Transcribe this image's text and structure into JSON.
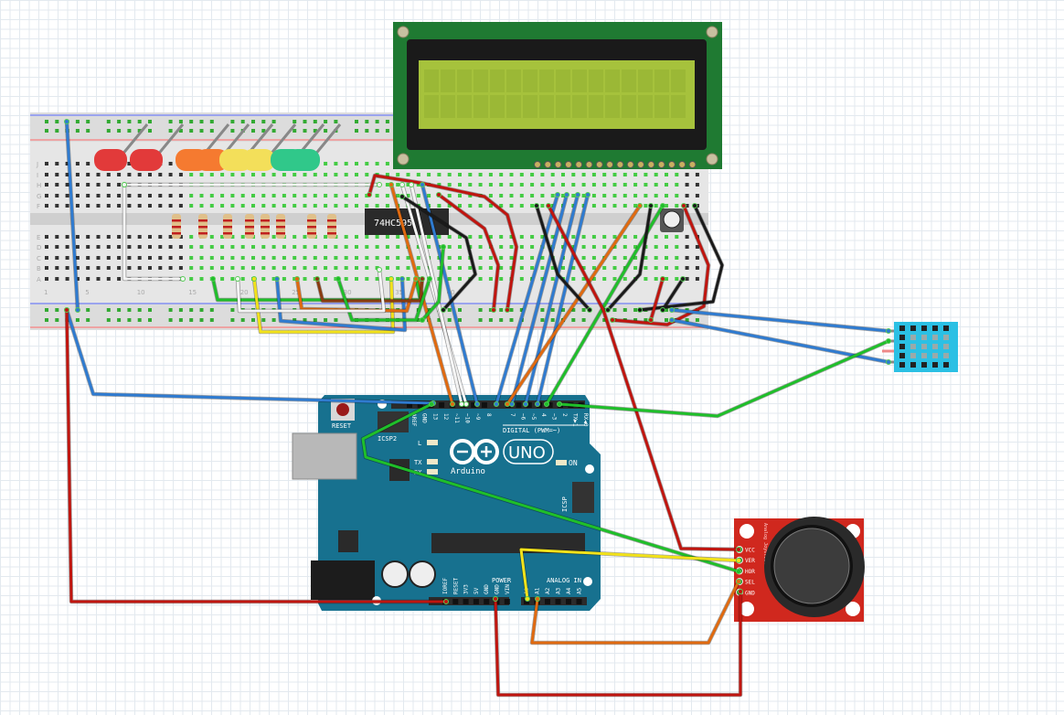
{
  "colors": {
    "breadboard": "#dcdcdc",
    "lcd_board": "#1f7a32",
    "lcd_screen": "#a6c23c",
    "arduino": "#17718f",
    "joystick_board": "#d0281e",
    "dht_sensor": "#2bc0e4",
    "wire_red": "#c0150f",
    "wire_blue": "#2f7bd0",
    "wire_green": "#1fbf2a",
    "wire_yellow": "#f2e21a",
    "wire_orange": "#e06a10",
    "wire_black": "#1a1a1a",
    "wire_white": "#f4f4f4",
    "wire_brown": "#8a3b10"
  },
  "breadboard": {
    "row_labels": [
      "J",
      "I",
      "H",
      "G",
      "F",
      "E",
      "D",
      "C",
      "B",
      "A"
    ],
    "column_labels": [
      "1",
      "5",
      "10",
      "15",
      "20",
      "25",
      "30",
      "35",
      "40"
    ],
    "leds": [
      "red",
      "red",
      "orange",
      "orange",
      "yellow",
      "yellow",
      "green",
      "green"
    ],
    "resistor_count": 8
  },
  "chip": {
    "label": "74HC595"
  },
  "arduino": {
    "reset_label": "RESET",
    "icsp2_label": "ICSP2",
    "icsp_label": "ICSP",
    "led_l": "L",
    "led_tx": "TX",
    "led_rx": "RX",
    "on_label": "ON",
    "uno_label": "UNO",
    "brand": "Arduino",
    "trademark": "TM",
    "digital_label": "DIGITAL (PWM=~)",
    "power_label": "POWER",
    "analog_label": "ANALOG IN",
    "digital_pins": [
      "AREF",
      "GND",
      "13",
      "12",
      "~11",
      "~10",
      "~9",
      "8",
      "7",
      "~6",
      "~5",
      "4",
      "~3",
      "2",
      "TX▶1",
      "RX◀0"
    ],
    "power_pins": [
      "IOREF",
      "RESET",
      "3V3",
      "5V",
      "GND",
      "GND",
      "VIN"
    ],
    "analog_pins": [
      "A0",
      "A1",
      "A2",
      "A3",
      "A4",
      "A5"
    ]
  },
  "joystick": {
    "pins": [
      "VCC",
      "VER",
      "HOR",
      "SEL",
      "GND"
    ],
    "title": "Analog Joystick"
  }
}
